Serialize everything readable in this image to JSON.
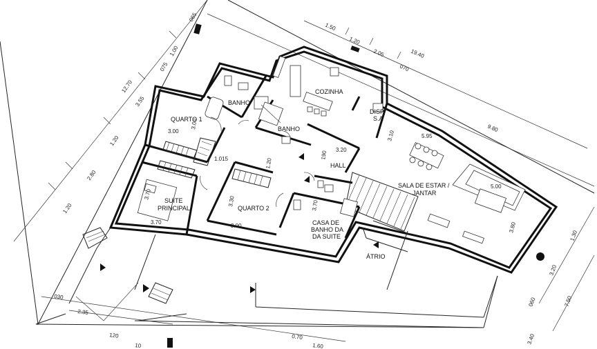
{
  "rooms": {
    "banho1": "BANHO",
    "cozinha": "COZINHA",
    "quarto1": "QUARTO 1",
    "banho2": "BANHO",
    "disp_1": "DISP.",
    "disp_2": "S.A",
    "hall": "HALL",
    "sala_1": "SALA DE ESTAR /",
    "sala_2": "JANTAR",
    "suite_1": "SUITE",
    "suite_2": "PRINCIPAL",
    "quarto2": "QUARTO 2",
    "casa_banho_1": "CASA DE",
    "casa_banho_2": "BANHO DA",
    "casa_banho_3": "DA SUITE",
    "atrio": "ÁTRIO"
  },
  "room_dims": {
    "quarto1_w": "3.00",
    "quarto1_h": "3.00",
    "suite_w": "3.70",
    "suite_h": "3.70",
    "quarto2_w": "3.00",
    "quarto2_h": "3.30",
    "casa_banho_w": "3.70",
    "hall_a": "3.20",
    "hall_b": "190",
    "hall_c": "1.20",
    "corr": "1.015",
    "sala_w": "5.95",
    "sala_a": "5.00",
    "sala_h": "3.80",
    "disp_h": "3.10"
  },
  "dimensions": {
    "left": [
      "12.70",
      "3.55",
      "1.20",
      "2.80",
      "1.20"
    ],
    "top_left": [
      "065",
      "1.00",
      "075"
    ],
    "top": [
      "1.50",
      "1.20",
      "2.05",
      "19.40",
      "070"
    ],
    "right_upper": "9.80",
    "right_lower": [
      "1.30",
      "3.20",
      "060",
      "7.50",
      "3.40"
    ],
    "bottom": [
      "030",
      "2.35",
      "120",
      "10",
      "0.70",
      "1.60"
    ]
  }
}
